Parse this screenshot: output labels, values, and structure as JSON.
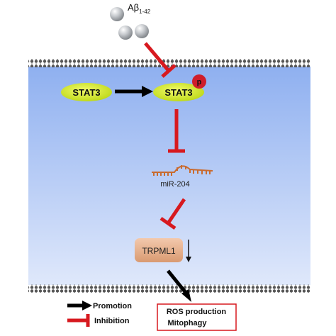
{
  "ligand": {
    "label_main": "Aβ",
    "label_sub": "1-42"
  },
  "nodes": {
    "stat3_unphos": "STAT3",
    "stat3_phos": "STAT3",
    "phospho_badge": "p",
    "mirna": "miR-204",
    "trpml1": "TRPML1"
  },
  "outcome": {
    "line1": "ROS production",
    "line2": "Mitophagy"
  },
  "legend": {
    "promotion": "Promotion",
    "inhibition": "Inhibition"
  },
  "colors": {
    "inhibition": "#d7191f",
    "promotion": "#000000",
    "stat3_fill": "#d7ec1c",
    "phospho_fill": "#cf1e2a",
    "trpml1_fill": "#e3ad88",
    "mirna_color": "#c96a2e",
    "cell_top": "#8fb0f0",
    "cell_bottom": "#dfe8fb",
    "outcome_border": "#d7191f"
  }
}
